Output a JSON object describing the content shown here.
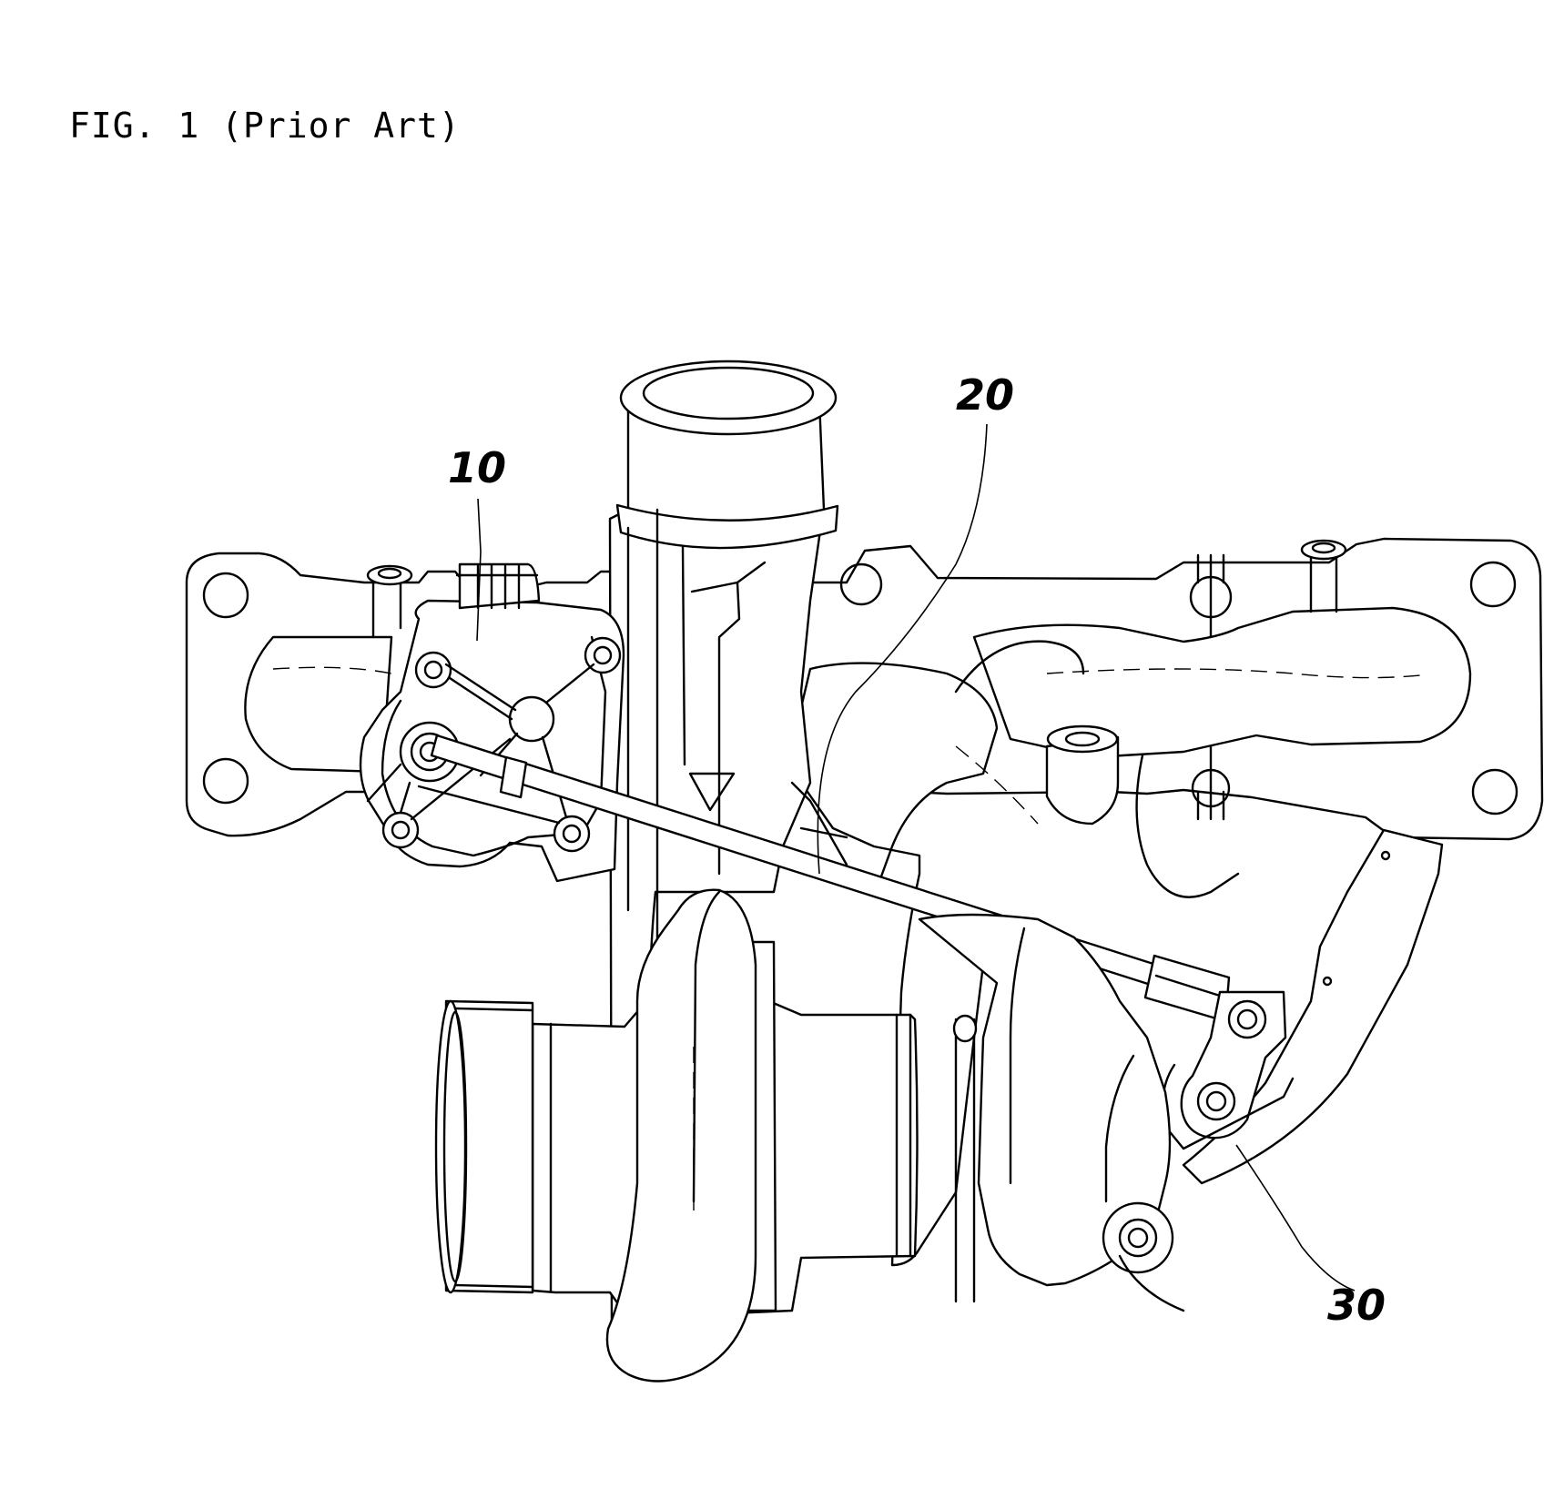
{
  "figure": {
    "title": "FIG. 1 (Prior Art)"
  },
  "reference_numerals": {
    "actuator": "10",
    "rod": "20",
    "lever": "30"
  }
}
